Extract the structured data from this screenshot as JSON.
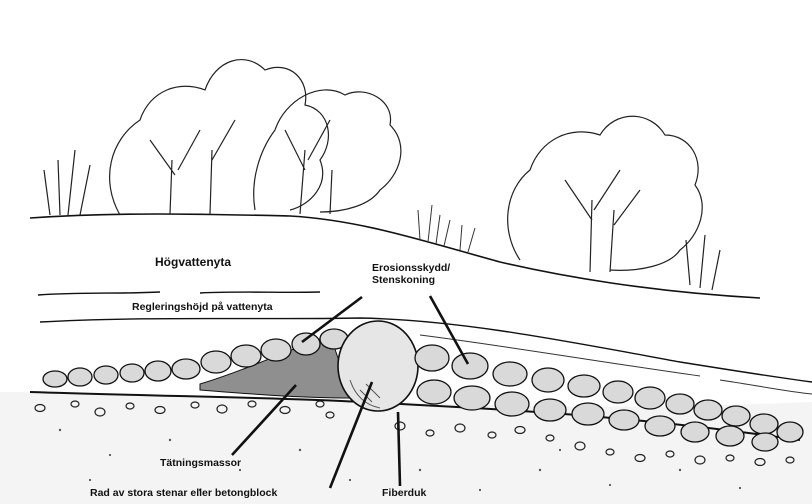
{
  "labels": {
    "high_water": "Högvattenyta",
    "regulation": "Regleringshöjd på vattenyta",
    "erosion_line1": "Erosionsskydd/",
    "erosion_line2": "Stenskoning",
    "sealing": "Tätningsmassor",
    "large_stones": "Rad av stora stenar eller betongblock",
    "fiber": "Fiberduk"
  },
  "colors": {
    "ink": "#111111",
    "sealing_fill": "#8f8f8f",
    "stone_fill": "#d9d9d9",
    "ground_fill": "#f2f2f2"
  }
}
